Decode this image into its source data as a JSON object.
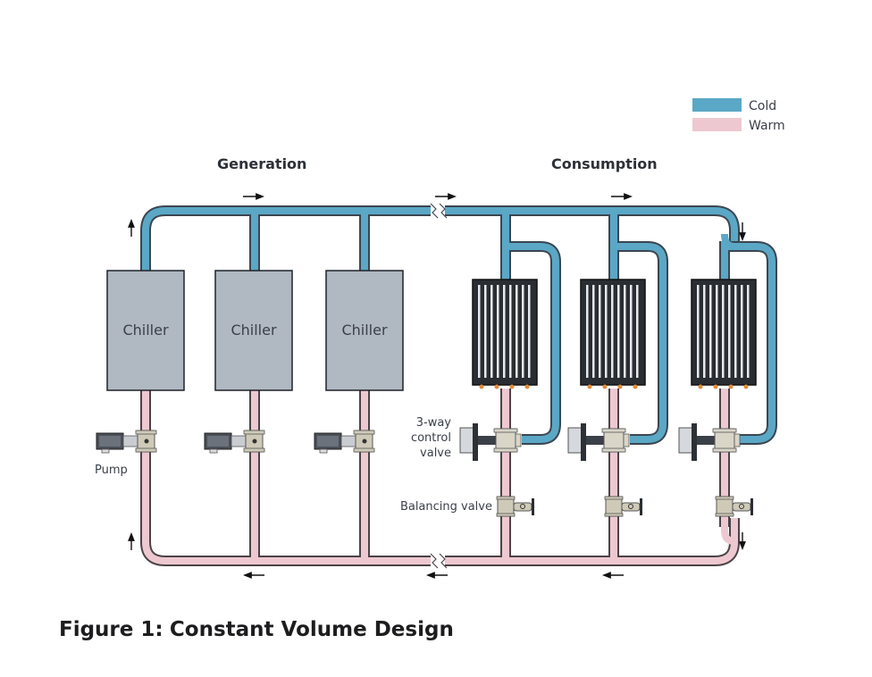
{
  "legend": {
    "items": [
      {
        "label": "Cold",
        "color": "#5ba7c6"
      },
      {
        "label": "Warm",
        "color": "#eec8d0"
      }
    ]
  },
  "sections": {
    "generation": "Generation",
    "consumption": "Consumption"
  },
  "chillers": [
    {
      "label": "Chiller"
    },
    {
      "label": "Chiller"
    },
    {
      "label": "Chiller"
    }
  ],
  "labels": {
    "pump": "Pump",
    "three_way_valve_line1": "3-way",
    "three_way_valve_line2": "control",
    "three_way_valve_line3": "valve",
    "balancing_valve": "Balancing valve"
  },
  "caption": {
    "prefix": "Figure 1:",
    "title": "Constant Volume Design"
  },
  "colors": {
    "cold_pipe": "#5ba7c6",
    "warm_pipe": "#eec8d0",
    "chiller_fill": "#b0b8c2",
    "coil_fill": "#2a2e33"
  }
}
